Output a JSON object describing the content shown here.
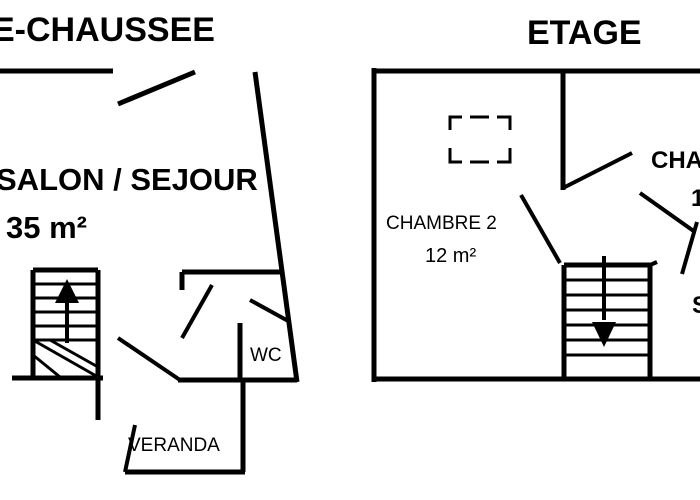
{
  "ground_floor": {
    "title": "E-CHAUSSEE",
    "salon_label": "SALON / SEJOUR",
    "salon_area": "35 m²",
    "wc_label": "WC",
    "veranda_label": "VERANDA"
  },
  "upper_floor": {
    "title": "ETAGE",
    "chambre2_label": "CHAMBRE 2",
    "chambre2_area": "12 m²",
    "chambre_partial_label": "CHA",
    "chambre_partial_area": "1",
    "partial_s_label": "S"
  },
  "stairs": {
    "ground_direction": "up",
    "upper_direction": "down"
  }
}
